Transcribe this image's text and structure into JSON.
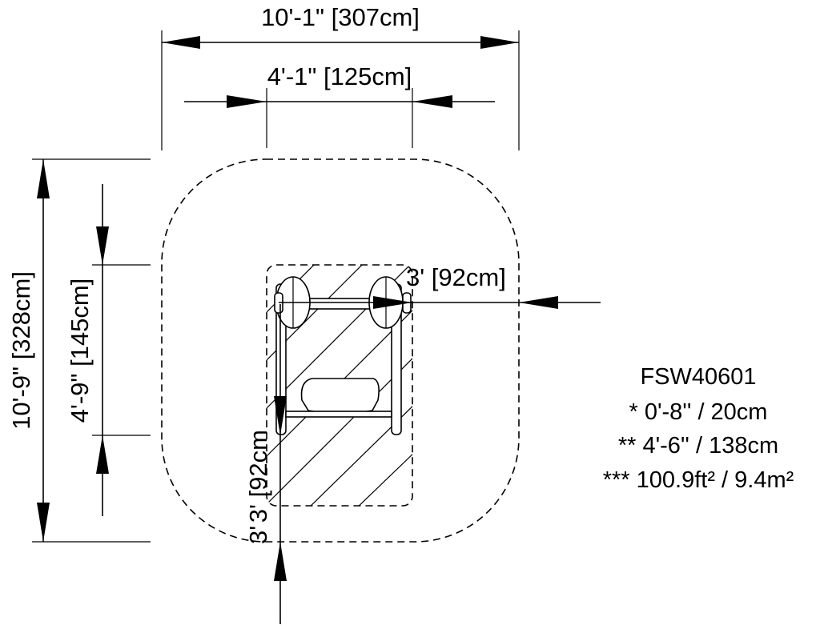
{
  "dimensions": {
    "overall_width": "10'-1\" [307cm]",
    "frame_width": "4'-1\" [125cm]",
    "overall_length": "10'-9\" [328cm]",
    "frame_length": "4'-9\" [145cm]",
    "side_clearance": "3' [92cm]",
    "end_clearance_top": "3' [92cm",
    "end_clearance_bottom": "3' [92cm]"
  },
  "info": {
    "model": "FSW40601",
    "fall_height": "* 0'-8'' / 20cm",
    "free_fall": "** 4'-6'' / 138cm",
    "area": "*** 100.9ft² / 9.4m²"
  }
}
